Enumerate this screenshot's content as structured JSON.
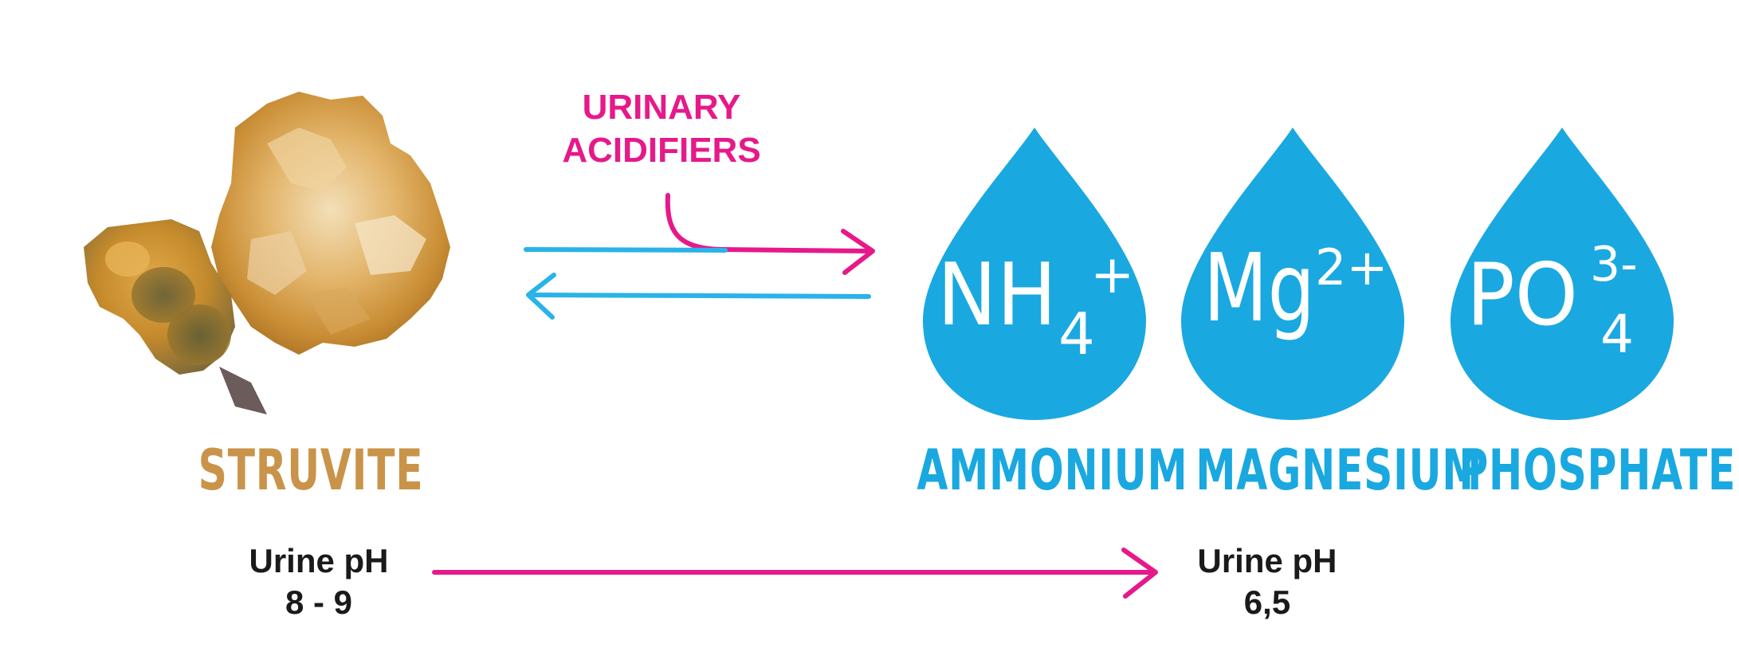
{
  "diagram": {
    "struvite": {
      "label": "STRUVITE",
      "color": "#c9944a"
    },
    "acidifier": {
      "line1": "URINARY",
      "line2": "ACIDIFIERS",
      "color": "#e6198a"
    },
    "ions": [
      {
        "symbol_main": "NH",
        "subscript": "4",
        "superscript": "+",
        "name": "AMMONIUM"
      },
      {
        "symbol_main": "Mg",
        "subscript": "",
        "superscript": "2+",
        "name": "MAGNESIUM"
      },
      {
        "symbol_main": "PO",
        "subscript": "4",
        "superscript": "3-",
        "name": "PHOSPHATE"
      }
    ],
    "ion_color": "#1aa8e0",
    "ph_start": {
      "label": "Urine pH",
      "value": "8 - 9"
    },
    "ph_end": {
      "label": "Urine pH",
      "value": "6,5"
    },
    "arrow_colors": {
      "pink": "#e6198a",
      "blue": "#29b3e8"
    }
  }
}
